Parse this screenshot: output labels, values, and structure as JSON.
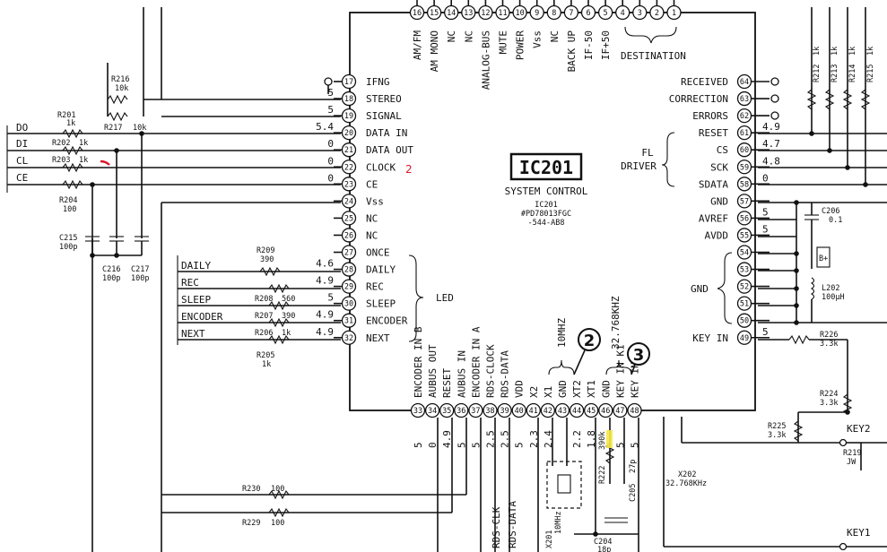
{
  "ic": {
    "name": "IC201",
    "subtitle": "SYSTEM CONTROL",
    "ref": "IC201",
    "part": "#PD78013FGC",
    "part2": "-544-AB8",
    "fl_line1": "FL",
    "fl_line2": "DRIVER",
    "led_label": "LED",
    "destination_label": "DESTINATION",
    "gnd_label": "GND",
    "clock_mark": "2"
  },
  "left_pins": [
    {
      "n": "17",
      "name": "IFNG",
      "val": ""
    },
    {
      "n": "18",
      "name": "STEREO",
      "val": "5"
    },
    {
      "n": "19",
      "name": "SIGNAL",
      "val": "5"
    },
    {
      "n": "20",
      "name": "DATA IN",
      "val": "5.4"
    },
    {
      "n": "21",
      "name": "DATA OUT",
      "val": "0"
    },
    {
      "n": "22",
      "name": "CLOCK",
      "val": "0"
    },
    {
      "n": "23",
      "name": "CE",
      "val": "0"
    },
    {
      "n": "24",
      "name": "Vss",
      "val": ""
    },
    {
      "n": "25",
      "name": "NC",
      "val": ""
    },
    {
      "n": "26",
      "name": "NC",
      "val": ""
    },
    {
      "n": "27",
      "name": "ONCE",
      "val": ""
    },
    {
      "n": "28",
      "name": "DAILY",
      "val": "4.6"
    },
    {
      "n": "29",
      "name": "REC",
      "val": "4.9"
    },
    {
      "n": "30",
      "name": "SLEEP",
      "val": "5"
    },
    {
      "n": "31",
      "name": "ENCODER",
      "val": "4.9"
    },
    {
      "n": "32",
      "name": "NEXT",
      "val": "4.9"
    }
  ],
  "right_pins": [
    {
      "n": "64",
      "name": "RECEIVED",
      "val": ""
    },
    {
      "n": "63",
      "name": "CORRECTION",
      "val": ""
    },
    {
      "n": "62",
      "name": "ERRORS",
      "val": ""
    },
    {
      "n": "61",
      "name": "RESET",
      "val": "4.9"
    },
    {
      "n": "60",
      "name": "CS",
      "val": "4.7"
    },
    {
      "n": "59",
      "name": "SCK",
      "val": "4.8"
    },
    {
      "n": "58",
      "name": "SDATA",
      "val": "0"
    },
    {
      "n": "57",
      "name": "GND",
      "val": ""
    },
    {
      "n": "56",
      "name": "AVREF",
      "val": "5"
    },
    {
      "n": "55",
      "name": "AVDD",
      "val": "5"
    },
    {
      "n": "54",
      "name": "",
      "val": ""
    },
    {
      "n": "53",
      "name": "",
      "val": ""
    },
    {
      "n": "52",
      "name": "",
      "val": ""
    },
    {
      "n": "51",
      "name": "",
      "val": ""
    },
    {
      "n": "50",
      "name": "",
      "val": ""
    },
    {
      "n": "49",
      "name": "KEY IN",
      "val": "5"
    }
  ],
  "top_pins": [
    {
      "n": "16",
      "name": "AM/FM"
    },
    {
      "n": "15",
      "name": "AM MONO"
    },
    {
      "n": "14",
      "name": "NC"
    },
    {
      "n": "13",
      "name": "NC"
    },
    {
      "n": "12",
      "name": "ANALOG-BUS"
    },
    {
      "n": "11",
      "name": "MUTE"
    },
    {
      "n": "10",
      "name": "POWER"
    },
    {
      "n": "9",
      "name": "Vss"
    },
    {
      "n": "8",
      "name": "NC"
    },
    {
      "n": "7",
      "name": "BACK UP"
    },
    {
      "n": "6",
      "name": "IF-50"
    },
    {
      "n": "5",
      "name": "IF+50"
    },
    {
      "n": "4",
      "name": ""
    },
    {
      "n": "3",
      "name": ""
    },
    {
      "n": "2",
      "name": ""
    },
    {
      "n": "1",
      "name": ""
    }
  ],
  "bottom_pins": [
    {
      "n": "33",
      "name": "ENCODER IN B",
      "val": "5"
    },
    {
      "n": "34",
      "name": "AUBUS OUT",
      "val": "0"
    },
    {
      "n": "35",
      "name": "RESET",
      "val": "4.9"
    },
    {
      "n": "36",
      "name": "AUBUS IN",
      "val": "5"
    },
    {
      "n": "37",
      "name": "ENCODER IN A",
      "val": "5"
    },
    {
      "n": "38",
      "name": "RDS-CLOCK",
      "val": "2.5"
    },
    {
      "n": "39",
      "name": "RDS-DATA",
      "val": "2.5"
    },
    {
      "n": "40",
      "name": "VDD",
      "val": "5"
    },
    {
      "n": "41",
      "name": "X2",
      "val": "2.3"
    },
    {
      "n": "42",
      "name": "X1",
      "val": "2.4"
    },
    {
      "n": "43",
      "name": "GND",
      "val": ""
    },
    {
      "n": "44",
      "name": "XT2",
      "val": "2.2"
    },
    {
      "n": "45",
      "name": "XT1",
      "val": "1.8"
    },
    {
      "n": "46",
      "name": "GND",
      "val": ""
    },
    {
      "n": "47",
      "name": "KEY IN K1",
      "val": "5"
    },
    {
      "n": "48",
      "name": "KEY IN K2",
      "val": "5"
    }
  ],
  "left_nets": [
    "DO",
    "DI",
    "CL",
    "CE"
  ],
  "led_nets": [
    "DAILY",
    "REC",
    "SLEEP",
    "ENCODER",
    "NEXT"
  ],
  "resistors": {
    "r216": "R216",
    "r216v": "10k",
    "r217": "R217",
    "r217v": "10k",
    "r201": "R201",
    "r201v": "1k",
    "r202": "R202",
    "r202v": "1k",
    "r203": "R203",
    "r203v": "1k",
    "r204": "R204",
    "r204v": "100",
    "r209": "R209",
    "r209v": "390",
    "r208": "R208",
    "r208v": "560",
    "r207": "R207",
    "r207v": "390",
    "r206": "R206",
    "r206v": "1k",
    "r205": "R205",
    "r205v": "1k",
    "r230": "R230",
    "r230v": "100",
    "r229": "R229",
    "r229v": "100",
    "r222": "R222",
    "r222v": "390k",
    "r226": "R226",
    "r226v": "3.3k",
    "r224": "R224",
    "r224v": "3.3k",
    "r225": "R225",
    "r225v": "3.3k",
    "r219": "R219",
    "r219v": "JW",
    "r212": "R212",
    "r212v": "1k",
    "r213": "R213",
    "r213v": "1k",
    "r214": "R214",
    "r214v": "1k",
    "r215": "R215",
    "r215v": "1k"
  },
  "caps": {
    "c215": "C215",
    "c215v": "100p",
    "c216": "C216",
    "c216v": "100p",
    "c217": "C217",
    "c217v": "100p",
    "c206": "C206",
    "c206v": "0.1",
    "c205": "C205",
    "c205v": "27p",
    "c204": "C204",
    "c204v": "18p"
  },
  "others": {
    "l202": "L202",
    "l202v": "100µH",
    "x201": "X201",
    "x201v": "10MHz",
    "x202": "X202",
    "x202v": "32.768KHz",
    "freq1": "10MHZ",
    "freq2": "32.768KHZ",
    "callout2": "2",
    "callout3": "3",
    "rds_clk": "RDS-CLK",
    "rds_data": "RDS-DATA",
    "key1": "KEY1",
    "key2": "KEY2",
    "batt": "B+"
  }
}
